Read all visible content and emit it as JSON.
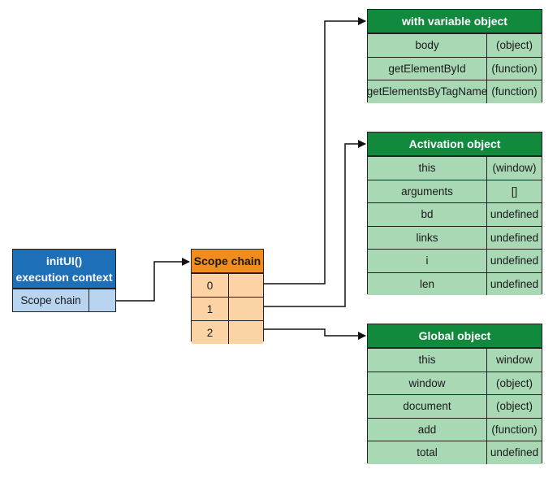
{
  "context": {
    "title_line1": "initUI()",
    "title_line2": "execution context",
    "row_label": "Scope chain"
  },
  "scope_chain": {
    "title": "Scope chain",
    "indices": [
      "0",
      "1",
      "2"
    ]
  },
  "with_object": {
    "title": "with variable object",
    "rows": [
      {
        "key": "body",
        "value": "(object)"
      },
      {
        "key": "getElementById",
        "value": "(function)"
      },
      {
        "key": "getElementsByTagName",
        "value": "(function)"
      }
    ]
  },
  "activation_object": {
    "title": "Activation object",
    "rows": [
      {
        "key": "this",
        "value": "(window)"
      },
      {
        "key": "arguments",
        "value": "[]"
      },
      {
        "key": "bd",
        "value": "undefined"
      },
      {
        "key": "links",
        "value": "undefined"
      },
      {
        "key": "i",
        "value": "undefined"
      },
      {
        "key": "len",
        "value": "undefined"
      }
    ]
  },
  "global_object": {
    "title": "Global object",
    "rows": [
      {
        "key": "this",
        "value": "window"
      },
      {
        "key": "window",
        "value": "(object)"
      },
      {
        "key": "document",
        "value": "(object)"
      },
      {
        "key": "add",
        "value": "(function)"
      },
      {
        "key": "total",
        "value": "undefined"
      }
    ]
  },
  "colors": {
    "green_header": "#128a3e",
    "green_cell": "#a9d8b5",
    "blue_header": "#1d6fb8",
    "blue_cell": "#b9d4ee",
    "orange_header": "#f28c1d",
    "orange_cell": "#fbd3a5"
  }
}
